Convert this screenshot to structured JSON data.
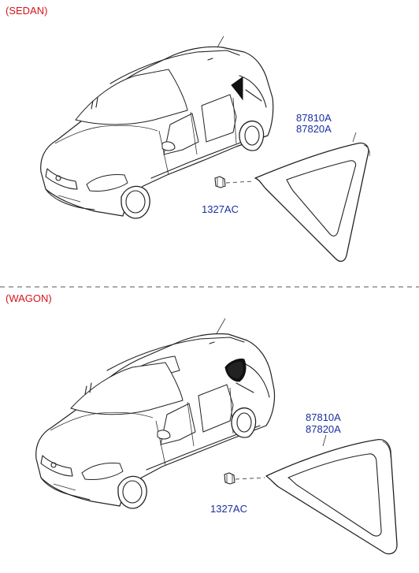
{
  "sections": [
    {
      "label": "(SEDAN)",
      "part_numbers": [
        "87810A",
        "87820A"
      ],
      "clip_part": "1327AC"
    },
    {
      "label": "(WAGON)",
      "part_numbers": [
        "87810A",
        "87820A"
      ],
      "clip_part": "1327AC"
    }
  ],
  "colors": {
    "section_label": "#d4141c",
    "part_label": "#1a2fa0"
  }
}
